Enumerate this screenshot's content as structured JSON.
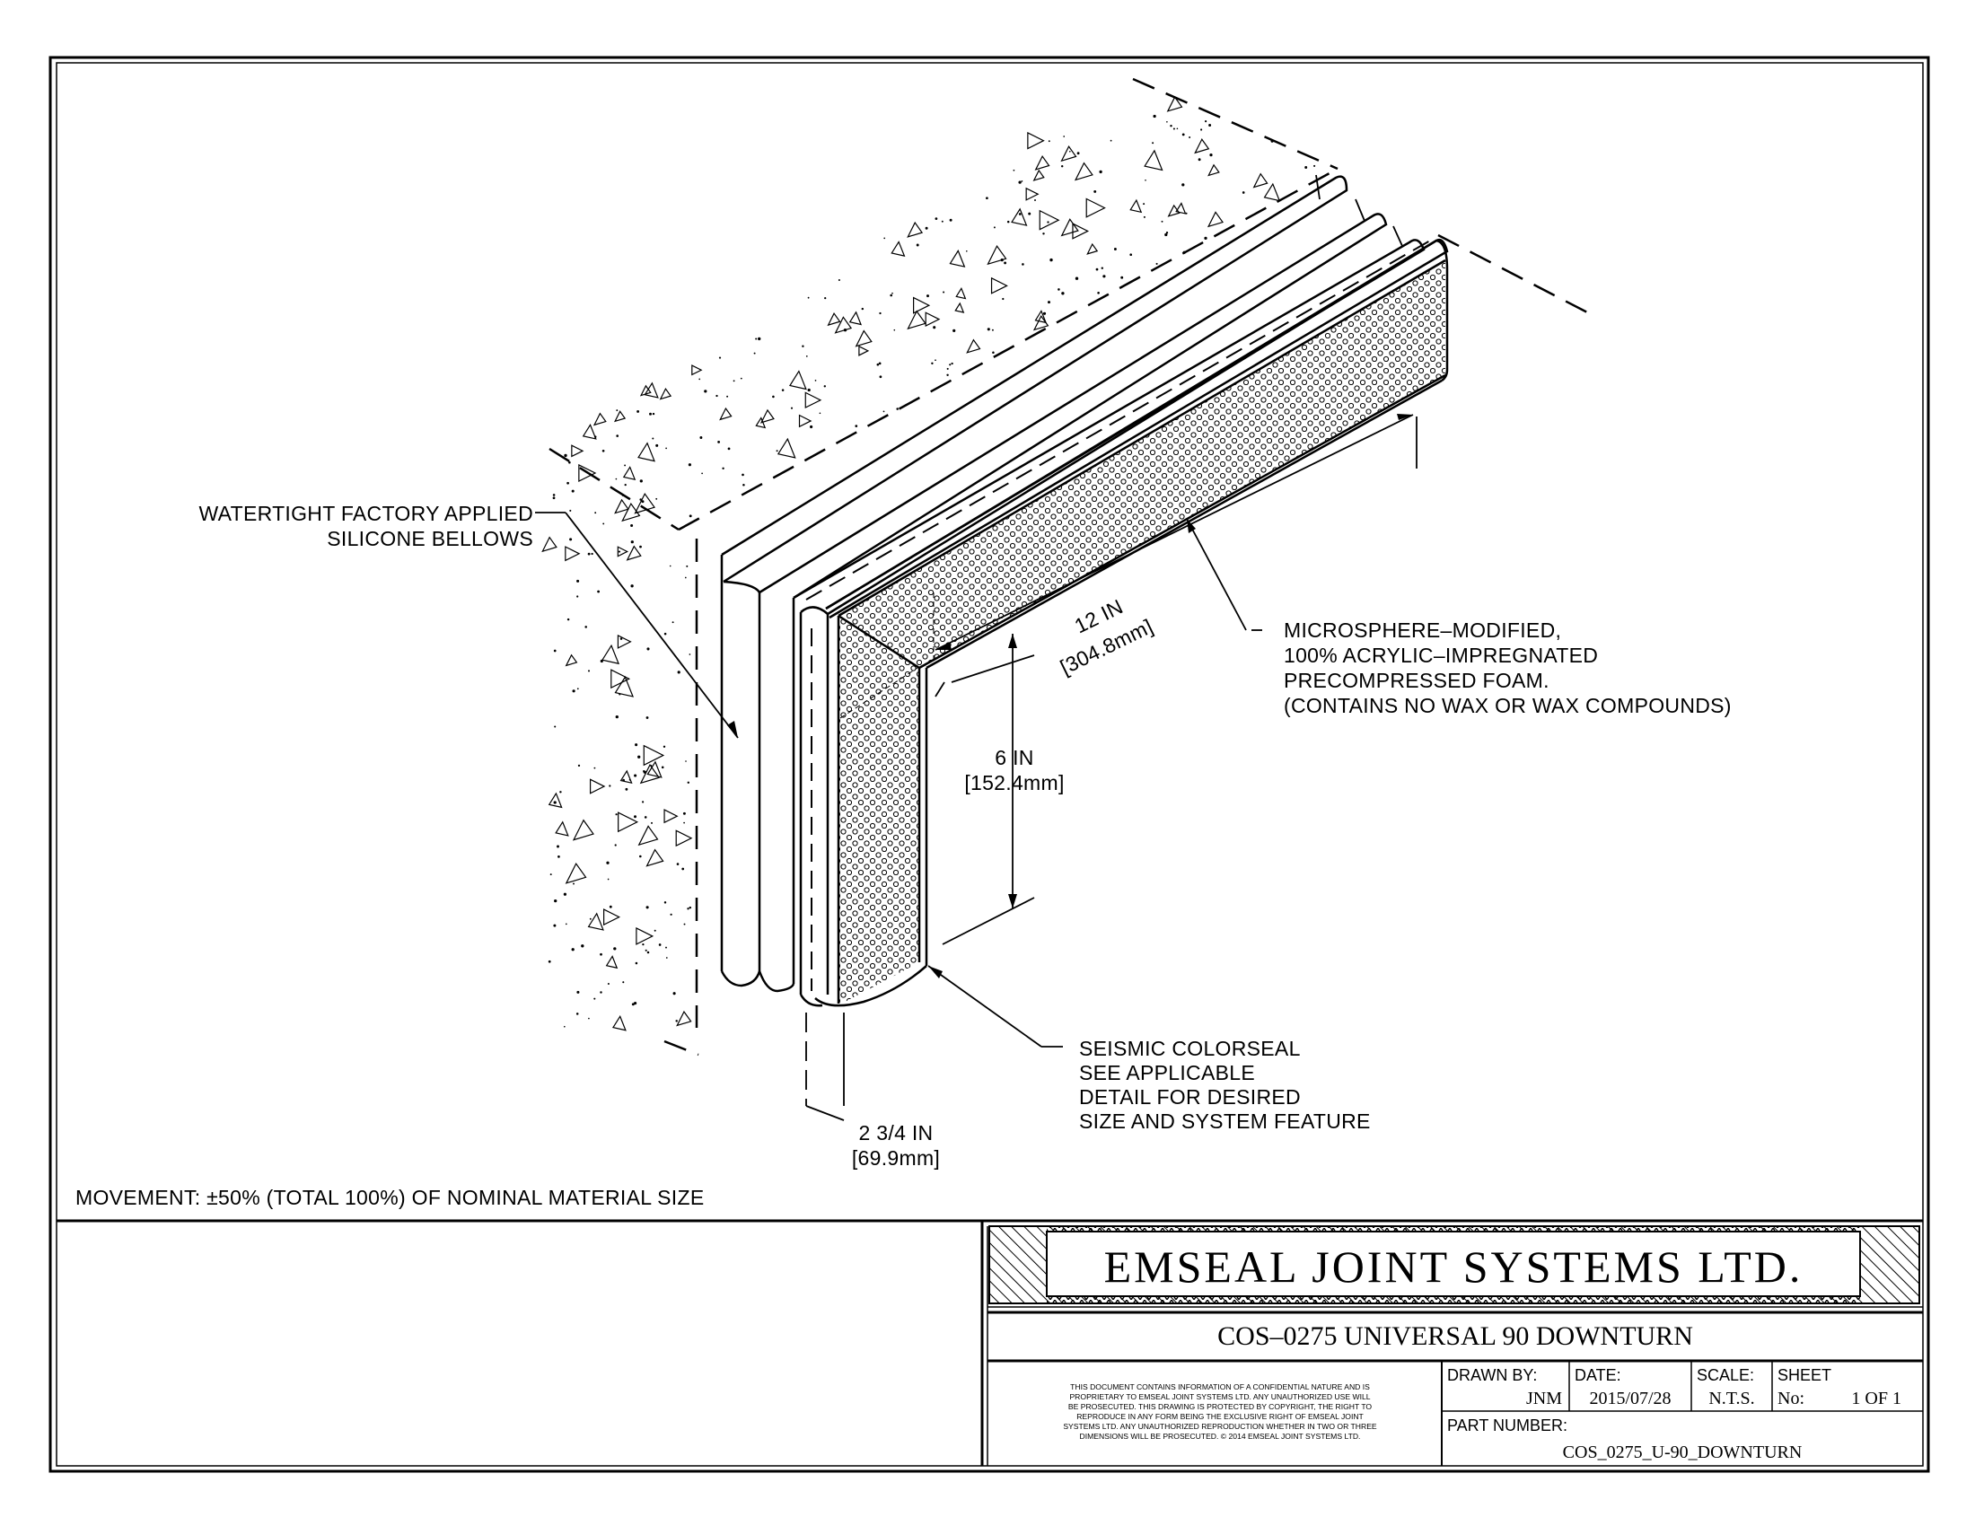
{
  "labels": {
    "bellows": [
      "WATERTIGHT FACTORY APPLIED",
      "SILICONE BELLOWS"
    ],
    "foam": [
      "MICROSPHERE–MODIFIED,",
      "100% ACRYLIC–IMPREGNATED",
      "PRECOMPRESSED FOAM.",
      "(CONTAINS NO WAX OR WAX COMPOUNDS)"
    ],
    "seismic": [
      "SEISMIC COLORSEAL",
      "SEE APPLICABLE",
      "DETAIL FOR DESIRED",
      "SIZE AND SYSTEM FEATURE"
    ],
    "movement": "MOVEMENT: ±50% (TOTAL 100%) OF NOMINAL MATERIAL SIZE"
  },
  "dimensions": {
    "length": [
      "12 IN",
      "[304.8mm]"
    ],
    "depth": [
      "6 IN",
      "[152.4mm]"
    ],
    "width": [
      "2 3/4 IN",
      "[69.9mm]"
    ]
  },
  "title_block": {
    "company": "EMSEAL JOINT SYSTEMS LTD.",
    "title": "COS–0275 UNIVERSAL 90 DOWNTURN",
    "disclaimer": [
      "THIS DOCUMENT CONTAINS INFORMATION OF A CONFIDENTIAL NATURE AND IS",
      "PROPRIETARY TO EMSEAL JOINT SYSTEMS LTD. ANY UNAUTHORIZED USE WILL",
      "BE PROSECUTED. THIS DRAWING IS PROTECTED BY COPYRIGHT, THE RIGHT TO",
      "REPRODUCE IN ANY FORM BEING THE EXCLUSIVE RIGHT OF EMSEAL JOINT",
      "SYSTEMS LTD. ANY UNAUTHORIZED REPRODUCTION WHETHER IN TWO OR THREE",
      "DIMENSIONS WILL BE PROSECUTED. © 2014 EMSEAL JOINT SYSTEMS LTD."
    ],
    "drawn_by_label": "DRAWN BY:",
    "drawn_by": "JNM",
    "date_label": "DATE:",
    "date": "2015/07/28",
    "scale_label": "SCALE:",
    "scale": "N.T.S.",
    "sheet_label": "SHEET",
    "sheet_no_label": "No:",
    "sheet": "1 OF 1",
    "part_number_label": "PART NUMBER:",
    "part_number": "COS_0275_U-90_DOWNTURN"
  }
}
